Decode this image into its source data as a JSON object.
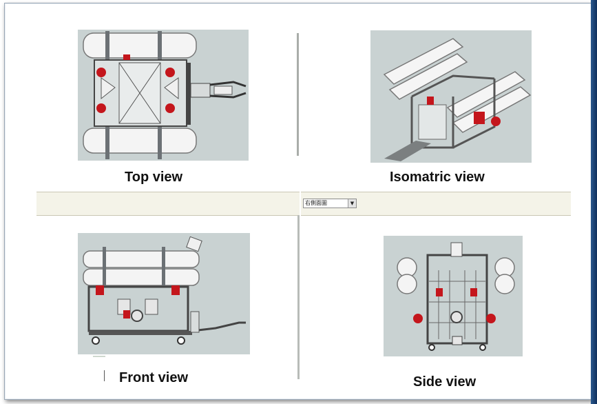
{
  "views": {
    "top": {
      "caption": "Top view",
      "icon": "top-view-render-icon"
    },
    "iso": {
      "caption": "Isomatric view",
      "icon": "isometric-view-render-icon"
    },
    "front": {
      "caption": "Front view",
      "icon": "front-view-render-icon"
    },
    "side": {
      "caption": "Side view",
      "icon": "side-view-render-icon"
    }
  },
  "toolbar": {
    "view_select_value": "右側面圖",
    "dropdown_icon": "chevron-down-icon"
  },
  "colors": {
    "background": "#c9d2d2",
    "frame": "#5a5f63",
    "float": "#f2f2f2",
    "accent": "#c4161c",
    "window_edge": "#1d4577"
  }
}
